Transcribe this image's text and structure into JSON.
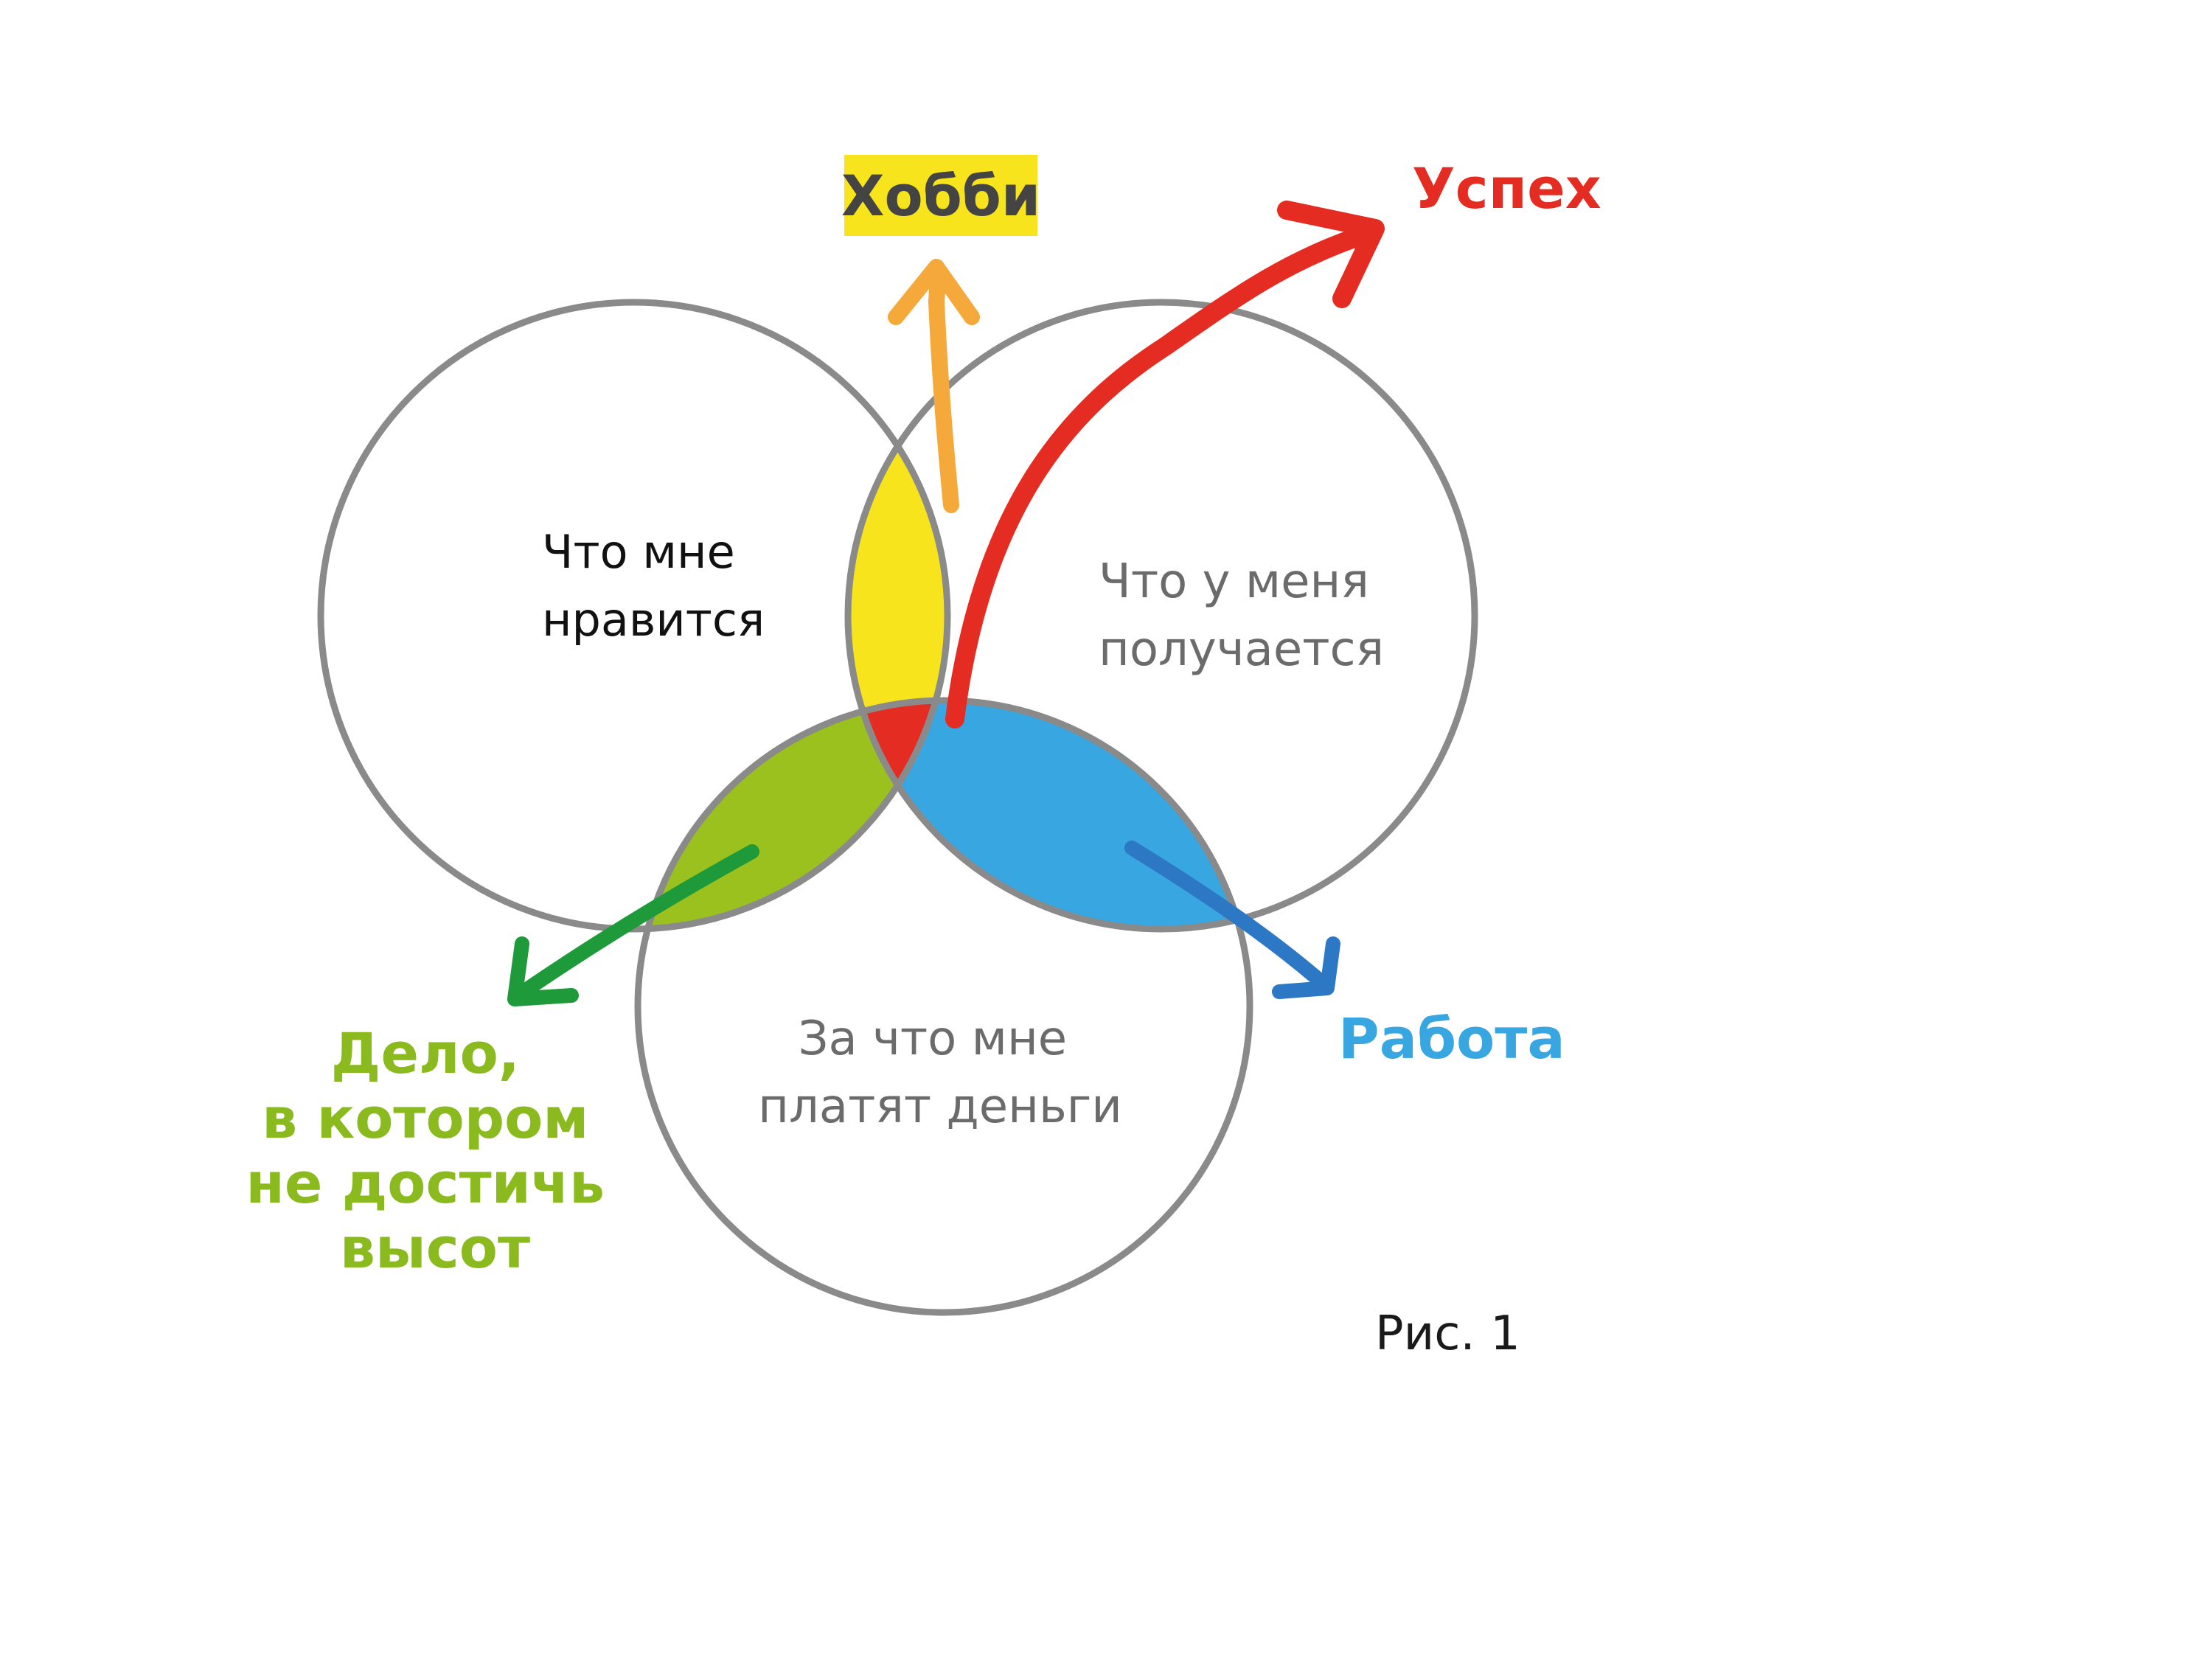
{
  "diagram": {
    "circles": {
      "likes": {
        "lines": [
          "Что мне",
          "нравится"
        ]
      },
      "good_at": {
        "lines": [
          "Что у меня",
          "получается"
        ]
      },
      "paid_for": {
        "lines": [
          "За что мне",
          "платят деньги"
        ]
      }
    },
    "outcomes": {
      "hobby": {
        "label": "Хобби",
        "color": "#f5a93a",
        "highlight": "#f7e41c"
      },
      "success": {
        "label": "Успех",
        "color": "#e42c22"
      },
      "work": {
        "label": "Работа",
        "color": "#38a6e0"
      },
      "dead_end": {
        "lines": [
          "Дело,",
          "в котором",
          "не достичь",
          "высот"
        ],
        "color": "#8bba1f"
      }
    },
    "regions": {
      "likes_good": "#f7e41c",
      "likes_paid": "#9bc11f",
      "good_paid": "#38a6e0",
      "all_three": "#e42c22"
    },
    "caption": "Рис. 1"
  }
}
